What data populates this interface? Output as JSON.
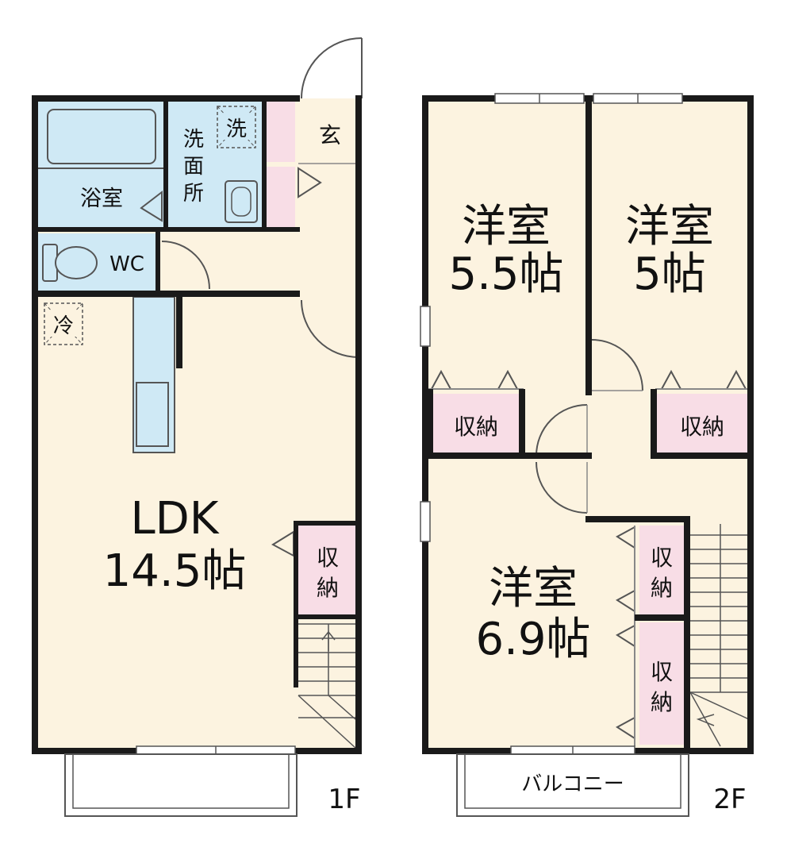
{
  "floors": {
    "first": {
      "label": "1F",
      "rooms": {
        "bath": "浴室",
        "washroom": [
          "洗",
          "面",
          "所"
        ],
        "washer": "洗",
        "entrance": "玄",
        "wc": "WC",
        "fridge": "冷",
        "ldk_name": "LDK",
        "ldk_size": "14.5帖",
        "storage": [
          "収",
          "納"
        ]
      }
    },
    "second": {
      "label": "2F",
      "rooms": {
        "west_room_name": "洋室",
        "west_room_size": "5.5帖",
        "east_room_name": "洋室",
        "east_room_size": "5帖",
        "south_room_name": "洋室",
        "south_room_size": "6.9帖",
        "storage_a": "収納",
        "storage_b": "収納",
        "storage_c": [
          "収",
          "納"
        ],
        "storage_d": [
          "収",
          "納"
        ],
        "balcony": "バルコニー"
      }
    }
  },
  "colors": {
    "wall": "#1a1a1a",
    "floor": "#fcf3e0",
    "wet_area": "#cfe9f5",
    "storage": "#f8dde6",
    "line": "#555555"
  }
}
